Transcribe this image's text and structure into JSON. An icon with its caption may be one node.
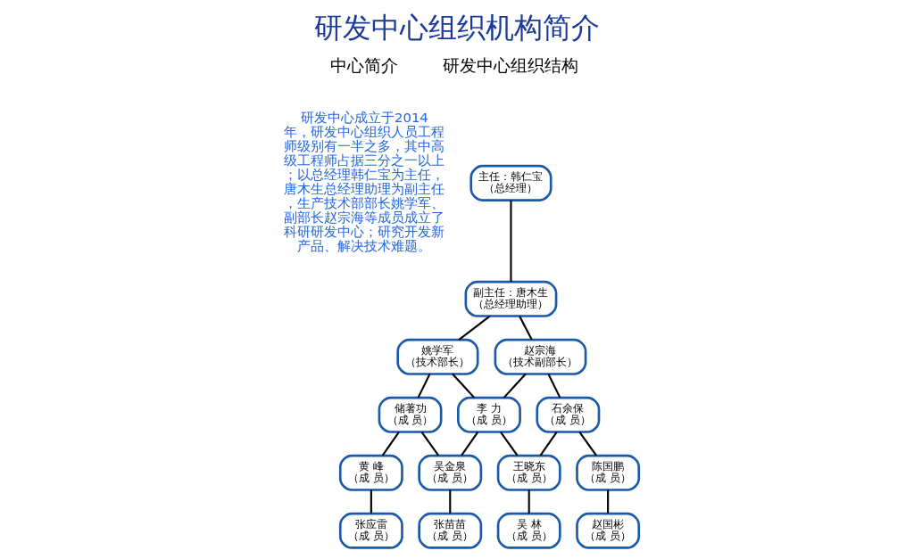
{
  "diagram": {
    "title": "研发中心组织机构简介",
    "nodes": [
      {
        "text": [
          "主任：韩仁宝",
          "（总经理）"
        ]
      },
      {
        "text": [
          "副主任：唐木生",
          "（总经理助理）"
        ]
      },
      {
        "text": [
          "姚学军",
          "（技术部长）"
        ]
      },
      {
        "text": [
          "赵宗海",
          "（技术副部长）"
        ]
      },
      {
        "text": [
          "储著功",
          "（成 员）"
        ]
      },
      {
        "text": [
          "李 力",
          "（成 员）"
        ]
      },
      {
        "text": [
          "石余保",
          "（成 员）"
        ]
      },
      {
        "text": [
          "黄 峰",
          "（成 员）"
        ]
      },
      {
        "text": [
          "吴金泉",
          "（成 员）"
        ]
      },
      {
        "text": [
          "王晓东",
          "（成 员）"
        ]
      },
      {
        "text": [
          "陈国鹏",
          "（成 员）"
        ]
      },
      {
        "text": [
          "张应雷",
          "（成 员）"
        ]
      },
      {
        "text": [
          "张苗苗",
          "（成 员）"
        ]
      },
      {
        "text": [
          "吴 林",
          "（成 员）"
        ]
      },
      {
        "text": [
          "赵国彬",
          "（成 员）"
        ]
      }
    ],
    "edges": [
      {
        "from": 0,
        "to": 1,
        "arrow": "none"
      },
      {
        "from": 1,
        "to": 2,
        "arrow": "none"
      },
      {
        "from": 1,
        "to": 3,
        "arrow": "none"
      },
      {
        "from": 2,
        "to": 4,
        "arrow": "none"
      },
      {
        "from": 2,
        "to": 5,
        "arrow": "none"
      },
      {
        "from": 3,
        "to": 5,
        "arrow": "none"
      },
      {
        "from": 3,
        "to": 6,
        "arrow": "none"
      },
      {
        "from": 4,
        "to": 7,
        "arrow": "none"
      },
      {
        "from": 4,
        "to": 8,
        "arrow": "none"
      },
      {
        "from": 5,
        "to": 8,
        "arrow": "none"
      },
      {
        "from": 5,
        "to": 9,
        "arrow": "none"
      },
      {
        "from": 6,
        "to": 9,
        "arrow": "none"
      },
      {
        "from": 6,
        "to": 10,
        "arrow": "none"
      },
      {
        "from": 7,
        "to": 11,
        "arrow": "none"
      },
      {
        "from": 8,
        "to": 12,
        "arrow": "none"
      },
      {
        "from": 9,
        "to": 13,
        "arrow": "none"
      },
      {
        "from": 10,
        "to": 14,
        "arrow": "none"
      }
    ],
    "labels": [
      "中心简介",
      "研发中心组织结构",
      "研发中心成立于2014 年，研发中心组织人员工程师级别有一半之多，其中高级工程师占据三分之一以上；以总经理韩仁宝为主任，唐木生总经理助理为副主任，生产技术部部长姚学军、副部长赵宗海等成员成立了科研研发中心；研究开发新产品、解决技术难题。"
    ]
  }
}
